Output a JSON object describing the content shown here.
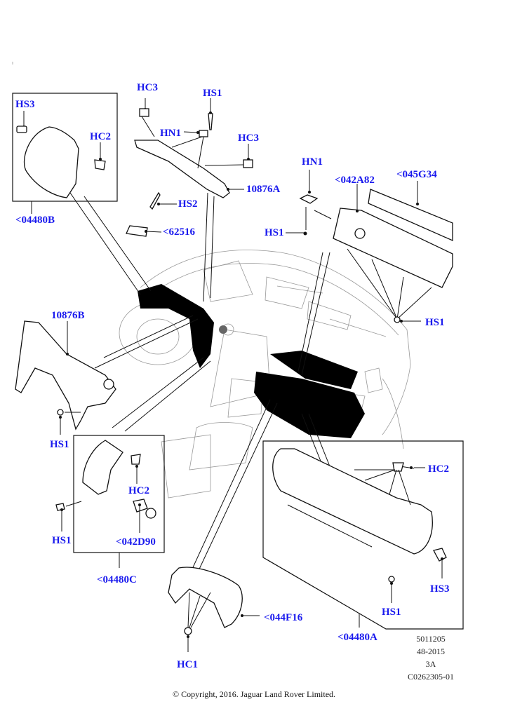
{
  "title": "Instrument Panel Trim Panels and Fasteners",
  "callouts": {
    "hs3_top_left": "HS3",
    "hc2_top_left": "HC2",
    "p04480b": "<04480B",
    "hc3_top": "HC3",
    "hs1_top": "HS1",
    "hn1_top": "HN1",
    "hc3_right": "HC3",
    "p10876a": "10876A",
    "hs2": "HS2",
    "p62516": "<62516",
    "hn1_right": "HN1",
    "p042a82": "<042A82",
    "p045g34": "<045G34",
    "hs1_mid": "HS1",
    "hs1_cluster": "HS1",
    "p10876b": "10876B",
    "hs1_left": "HS1",
    "hc2_left_box": "HC2",
    "hs1_left_box": "HS1",
    "p042d90": "<042D90",
    "p04480c": "<04480C",
    "p044f16": "<044F16",
    "hc1": "HC1",
    "hc2_right_box": "HC2",
    "hs3_right_box": "HS3",
    "hs1_right_box": "HS1",
    "p04480a": "<04480A"
  },
  "meta": {
    "line1": "5011205",
    "line2": "48-2015",
    "line3": "3A",
    "line4": "C0262305-01"
  },
  "copyright": "© Copyright, 2016. Jaguar Land Rover Limited."
}
